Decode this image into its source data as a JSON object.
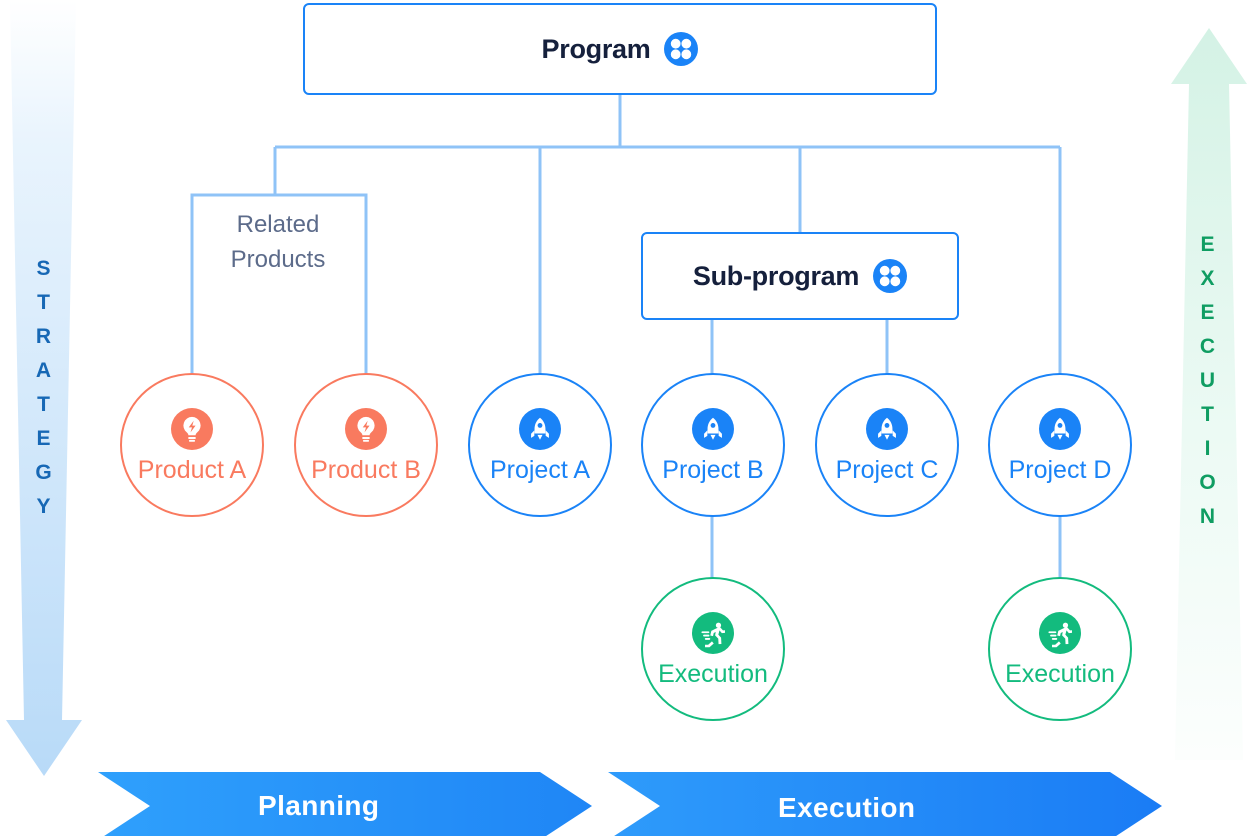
{
  "diagram": {
    "title_nodes": {
      "program": {
        "label": "Program",
        "icon": "grid-four-dots-icon",
        "color": "#1A83F7"
      },
      "subprogram": {
        "label": "Sub-program",
        "icon": "grid-four-dots-icon",
        "color": "#1A83F7"
      }
    },
    "bracket": {
      "label_line1": "Related",
      "label_line2": "Products",
      "color": "#8FC3F7"
    },
    "nodes": [
      {
        "id": "product-a",
        "label": "Product A",
        "icon": "lightbulb-bolt-icon",
        "type": "product",
        "color": "#F97A5F"
      },
      {
        "id": "product-b",
        "label": "Product B",
        "icon": "lightbulb-bolt-icon",
        "type": "product",
        "color": "#F97A5F"
      },
      {
        "id": "project-a",
        "label": "Project A",
        "icon": "rocket-icon",
        "type": "project",
        "color": "#1A83F7"
      },
      {
        "id": "project-b",
        "label": "Project B",
        "icon": "rocket-icon",
        "type": "project",
        "color": "#1A83F7"
      },
      {
        "id": "project-c",
        "label": "Project C",
        "icon": "rocket-icon",
        "type": "project",
        "color": "#1A83F7"
      },
      {
        "id": "project-d",
        "label": "Project D",
        "icon": "rocket-icon",
        "type": "project",
        "color": "#1A83F7"
      },
      {
        "id": "execution-b",
        "label": "Execution",
        "icon": "runner-icon",
        "type": "execution",
        "color": "#13BB7E"
      },
      {
        "id": "execution-d",
        "label": "Execution",
        "icon": "runner-icon",
        "type": "execution",
        "color": "#13BB7E"
      }
    ],
    "rails": {
      "left": {
        "label": "STRATEGY",
        "letters": [
          "S",
          "T",
          "R",
          "A",
          "T",
          "E",
          "G",
          "Y"
        ],
        "direction": "down",
        "color": "#1768B5",
        "fill_top": "#EAF4FD",
        "fill_bottom": "#BFDEF8"
      },
      "right": {
        "label": "EXECUTION",
        "letters": [
          "E",
          "X",
          "E",
          "C",
          "U",
          "T",
          "I",
          "O",
          "N"
        ],
        "direction": "up",
        "color": "#0F9D62",
        "fill_top": "#D7F3E6",
        "fill_bottom": "#FBFEFD"
      }
    },
    "phase_banner": {
      "phases": [
        {
          "label": "Planning",
          "color_from": "#2E9BFB",
          "color_to": "#1E86F7"
        },
        {
          "label": "Execution",
          "color_from": "#2E9BFB",
          "color_to": "#1A7EF5"
        }
      ]
    },
    "connector_color": "#8FC3F7"
  }
}
